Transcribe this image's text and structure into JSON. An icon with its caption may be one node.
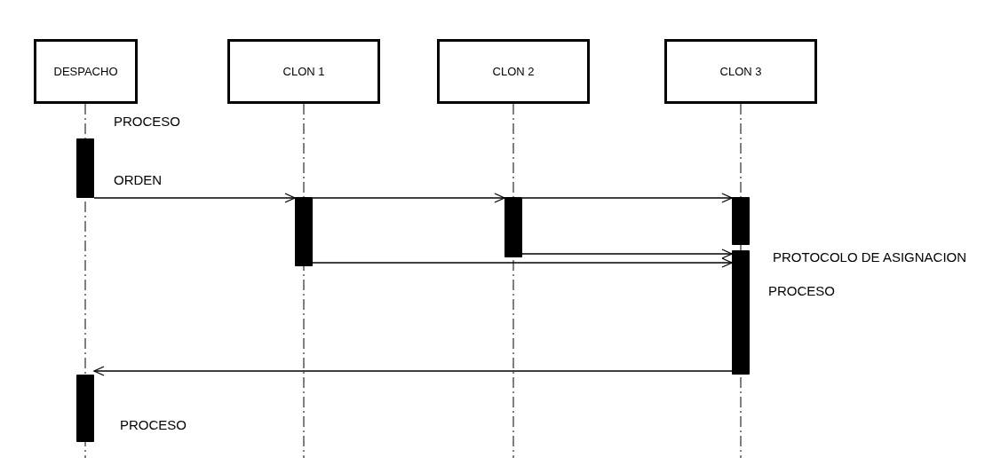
{
  "diagram": {
    "nodes": [
      {
        "text": [
          "DESPACHO"
        ]
      },
      {
        "text": [
          "CLON 1"
        ]
      },
      {
        "text": [
          "CLON 2"
        ]
      },
      {
        "text": [
          "CLON 3"
        ]
      },
      {
        "text": [],
        "shape": "bar"
      },
      {
        "text": [],
        "shape": "bar"
      },
      {
        "text": [],
        "shape": "bar"
      },
      {
        "text": [],
        "shape": "bar"
      },
      {
        "text": [],
        "shape": "bar",
        "beside": [
          "PROCESO"
        ]
      },
      {
        "text": [],
        "shape": "bar",
        "beside": [
          "PROCESO"
        ]
      }
    ],
    "edges": [
      {
        "from": 4,
        "to": 5,
        "arrow": "to",
        "label": "ORDEN"
      },
      {
        "from": 5,
        "to": 6,
        "arrow": "to"
      },
      {
        "from": 6,
        "to": 7,
        "arrow": "to"
      },
      {
        "from": 5,
        "to": 8,
        "arrow": "to"
      },
      {
        "from": 6,
        "to": 8,
        "arrow": "to"
      },
      {
        "from": 8,
        "to": 9,
        "arrow": "to"
      }
    ],
    "labels": [
      "PROCESO",
      "PROTOCOLO DE ASIGNACION"
    ]
  }
}
